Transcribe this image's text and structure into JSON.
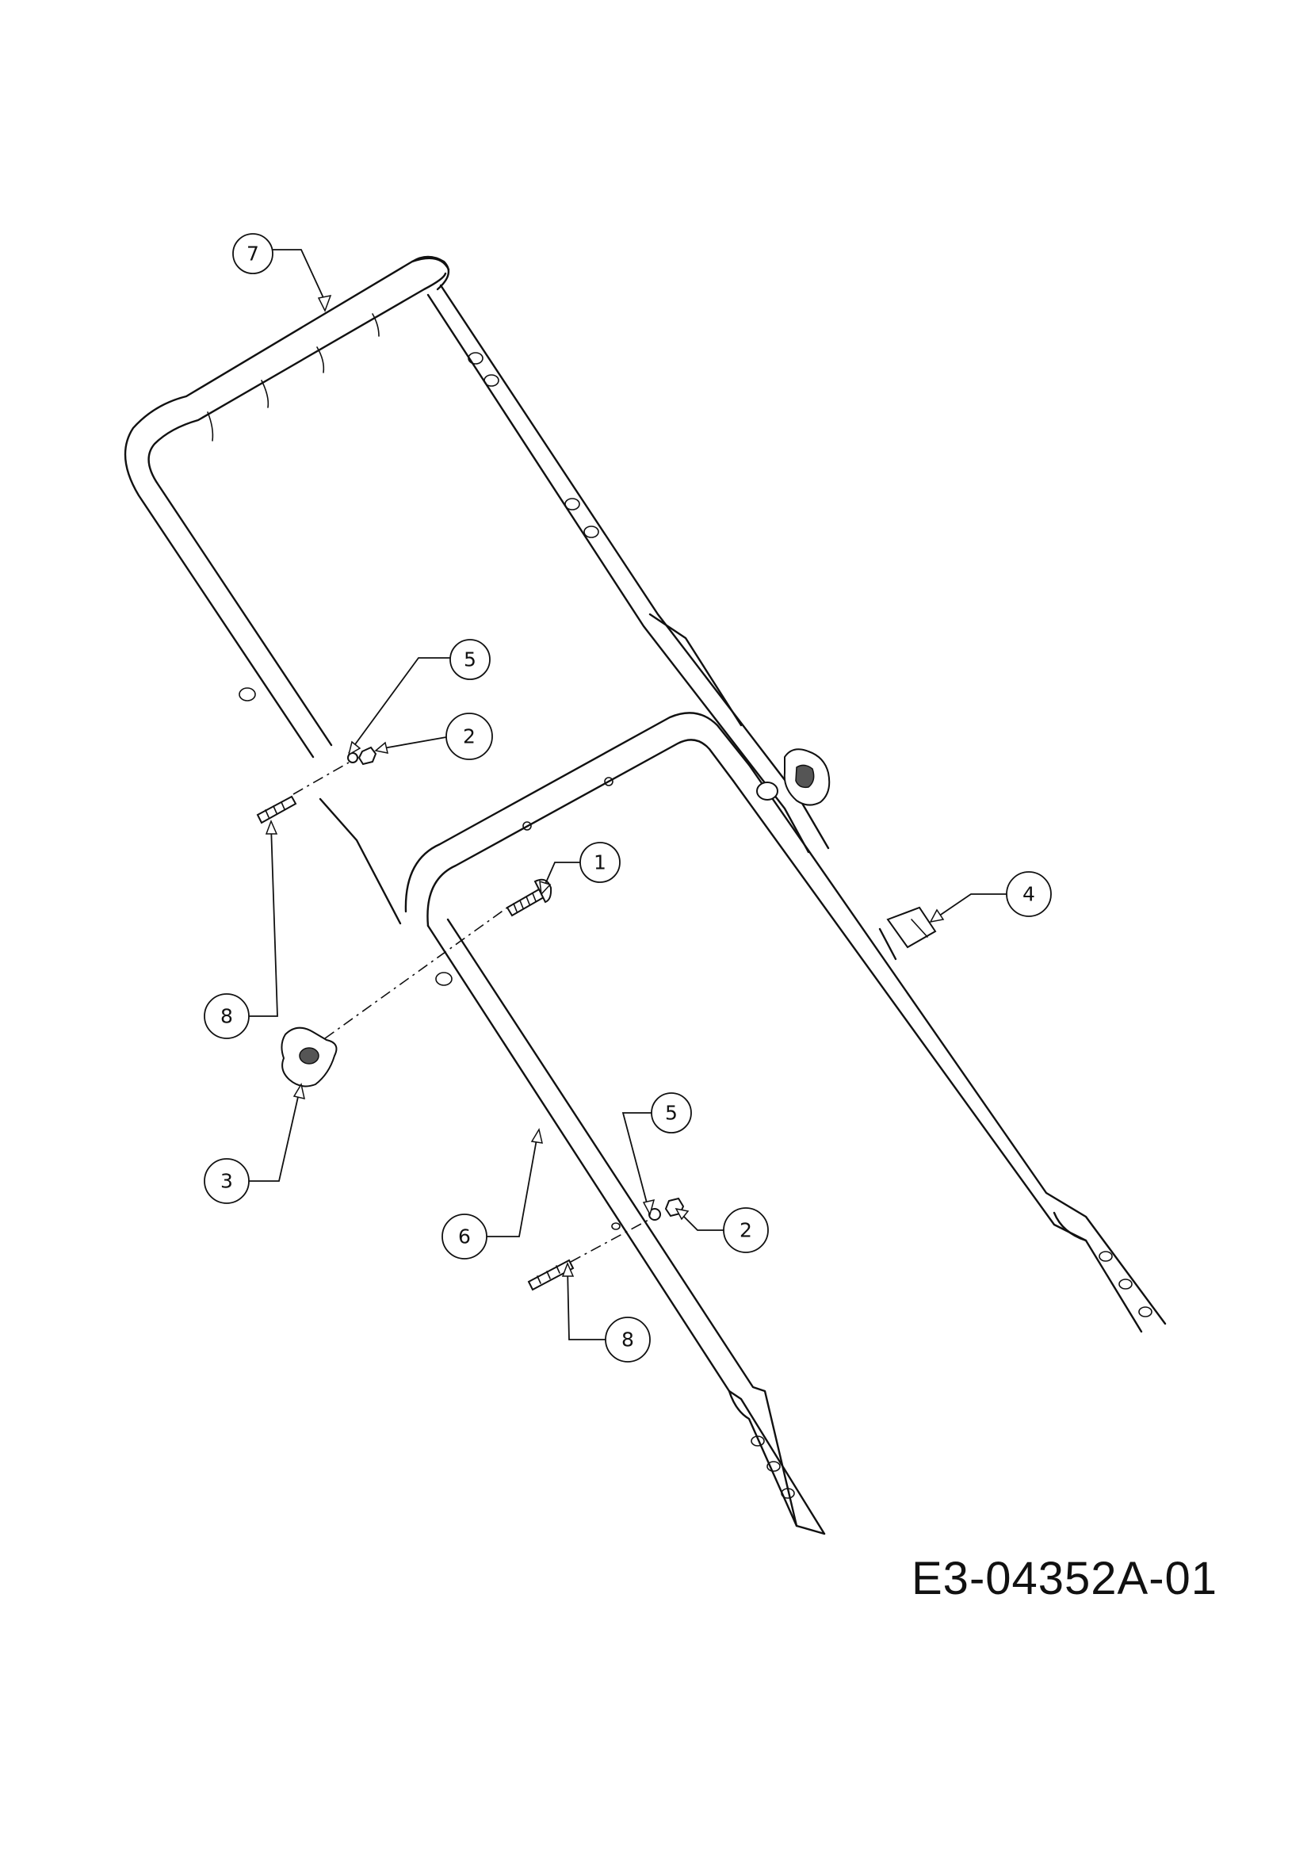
{
  "drawing_code": "E3-04352A-01",
  "callouts": [
    {
      "id": "callout-7",
      "label": "7"
    },
    {
      "id": "callout-5-top",
      "label": "5"
    },
    {
      "id": "callout-2-top",
      "label": "2"
    },
    {
      "id": "callout-1",
      "label": "1"
    },
    {
      "id": "callout-4",
      "label": "4"
    },
    {
      "id": "callout-8-top",
      "label": "8"
    },
    {
      "id": "callout-3",
      "label": "3"
    },
    {
      "id": "callout-5-bottom",
      "label": "5"
    },
    {
      "id": "callout-2-bottom",
      "label": "2"
    },
    {
      "id": "callout-6",
      "label": "6"
    },
    {
      "id": "callout-8-bottom",
      "label": "8"
    }
  ]
}
